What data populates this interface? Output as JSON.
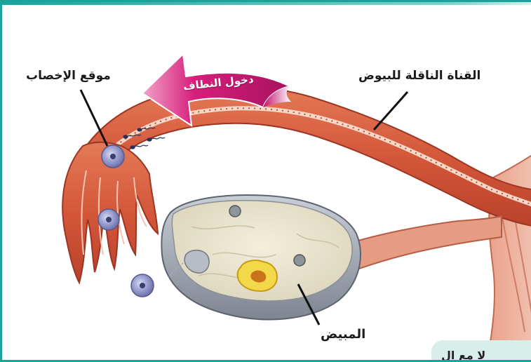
{
  "labels": {
    "fertilization_site": "موقع الإخصاب",
    "fallopian_tube": "القناة الناقلة للبيوض",
    "ovary": "المبيض",
    "sperm_entry": "دخول النطاف",
    "corner_note": "لا مع ال"
  },
  "colors": {
    "frame": "#1aa39a",
    "tube": "#d9603f",
    "ovary_outer": "#9aa2ad",
    "ovary_inner": "#e7e2cc",
    "arrow": "#d61f7c",
    "egg": "#8a8fc4",
    "corner_box": "#d7eeea"
  }
}
